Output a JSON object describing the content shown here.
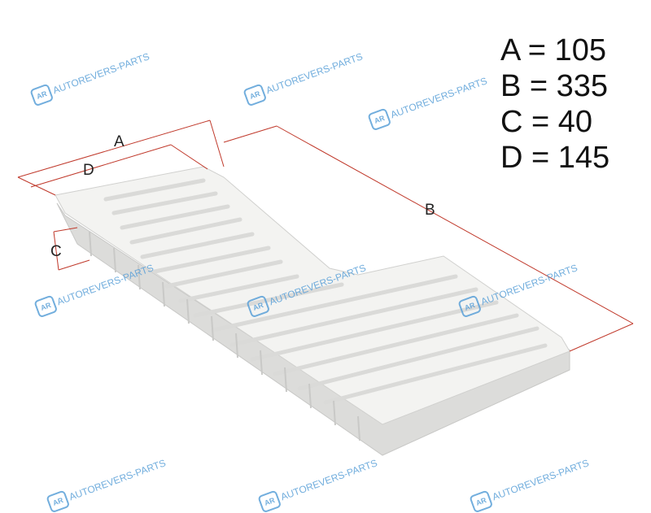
{
  "dimensions": [
    {
      "label": "A",
      "value": "105",
      "text": "A = 105"
    },
    {
      "label": "B",
      "value": "335",
      "text": "B = 335"
    },
    {
      "label": "C",
      "value": "40",
      "text": "C = 40"
    },
    {
      "label": "D",
      "value": "145",
      "text": "D = 145"
    }
  ],
  "watermark": {
    "logo": "AR",
    "text": "AUTOREVERS-PARTS"
  },
  "colors": {
    "dimension_line": "#c0392b",
    "watermark": "#5aa0d8",
    "filter": "#f2f2f0"
  }
}
